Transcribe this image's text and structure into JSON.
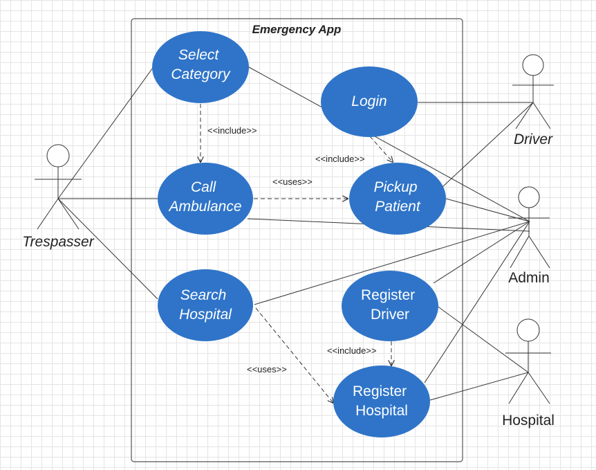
{
  "system": {
    "title": "Emergency App"
  },
  "use_cases": {
    "select_category": {
      "lines": [
        "Select",
        "Category"
      ],
      "italic": true
    },
    "login": {
      "lines": [
        "Login"
      ],
      "italic": true
    },
    "call_ambulance": {
      "lines": [
        "Call",
        "Ambulance"
      ],
      "italic": true
    },
    "pickup_patient": {
      "lines": [
        "Pickup",
        "Patient"
      ],
      "italic": true
    },
    "search_hospital": {
      "lines": [
        "Search",
        "Hospital"
      ],
      "italic": true
    },
    "register_driver": {
      "lines": [
        "Register",
        "Driver"
      ],
      "italic": false
    },
    "register_hospital": {
      "lines": [
        "Register",
        "Hospital"
      ],
      "italic": false
    }
  },
  "actors": {
    "trespasser": "Trespasser",
    "driver": "Driver",
    "admin": "Admin",
    "hospital": "Hospital"
  },
  "relations": {
    "select_to_call": "<<include>>",
    "login_to_pickup": "<<include>>",
    "call_to_pickup": "<<uses>>",
    "search_to_register_hospital": "<<uses>>",
    "register_driver_to_register_hospital": "<<include>>"
  },
  "colors": {
    "use_case_fill": "#2f74c8",
    "line": "#333333",
    "boundary": "#555555"
  }
}
